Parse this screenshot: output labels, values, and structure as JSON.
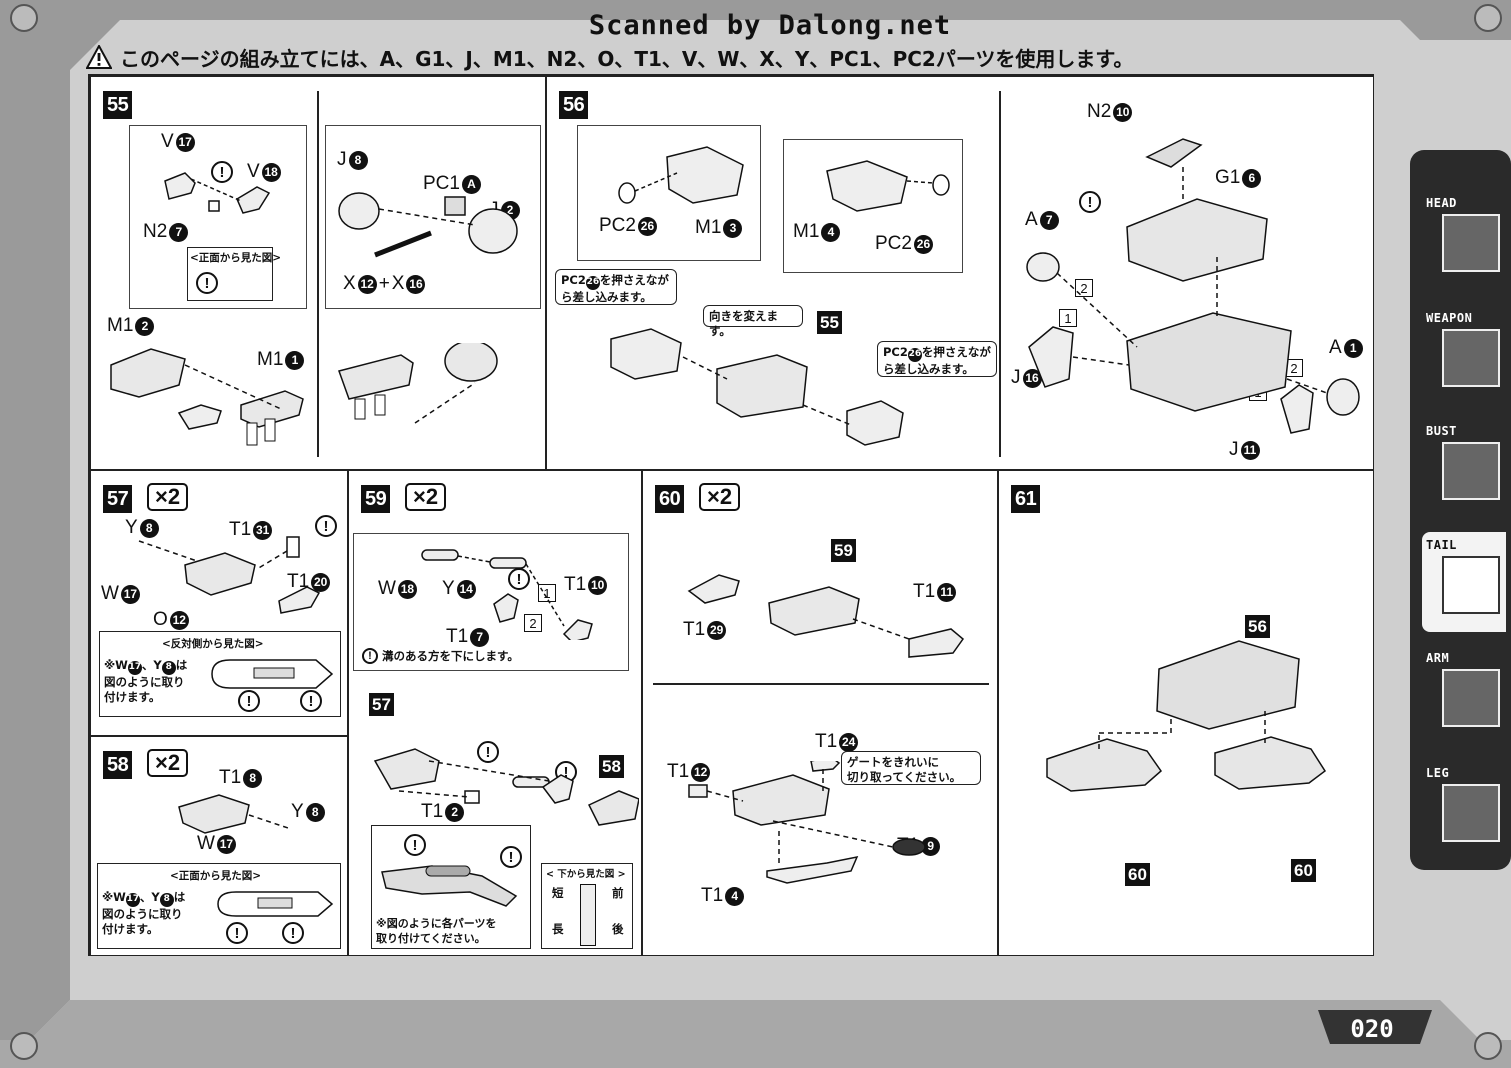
{
  "scan_credit": "Scanned by Dalong.net",
  "header": {
    "notice": "このページの組み立てには、A、G1、J、M1、N2、O、T1、V、W、X、Y、PC1、PC2パーツを使用します。"
  },
  "page_number": "020",
  "side_tabs": [
    {
      "label": "HEAD",
      "icon": "head-icon",
      "active": false
    },
    {
      "label": "WEAPON",
      "icon": "weapon-icon",
      "active": false
    },
    {
      "label": "BUST",
      "icon": "bust-icon",
      "active": false
    },
    {
      "label": "TAIL",
      "icon": "tail-icon",
      "active": true
    },
    {
      "label": "ARM",
      "icon": "arm-icon",
      "active": false
    },
    {
      "label": "LEG",
      "icon": "leg-icon",
      "active": false
    }
  ],
  "steps": {
    "s55": {
      "number": "55",
      "parts": {
        "v17": {
          "letter": "V",
          "num": "17"
        },
        "v18": {
          "letter": "V",
          "num": "18"
        },
        "n2_7": {
          "letter": "N2",
          "num": "7"
        },
        "m1_2": {
          "letter": "M1",
          "num": "2"
        },
        "m1_1": {
          "letter": "M1",
          "num": "1"
        },
        "j8": {
          "letter": "J",
          "num": "8"
        },
        "pc1a": {
          "letter": "PC1",
          "num": "A"
        },
        "j2": {
          "letter": "J",
          "num": "2"
        },
        "x12": {
          "letter": "X",
          "num": "12"
        },
        "plus": "+",
        "x16": {
          "letter": "X",
          "num": "16"
        }
      },
      "inset_title": "<正面から見た図>"
    },
    "s56": {
      "number": "56",
      "parts": {
        "pc2_26a": {
          "letter": "PC2",
          "num": "26"
        },
        "m1_3": {
          "letter": "M1",
          "num": "3"
        },
        "m1_4": {
          "letter": "M1",
          "num": "4"
        },
        "pc2_26b": {
          "letter": "PC2",
          "num": "26"
        },
        "n2_10": {
          "letter": "N2",
          "num": "10"
        },
        "g1_6": {
          "letter": "G1",
          "num": "6"
        },
        "a7": {
          "letter": "A",
          "num": "7"
        },
        "a1": {
          "letter": "A",
          "num": "1"
        },
        "j16": {
          "letter": "J",
          "num": "16"
        },
        "j11": {
          "letter": "J",
          "num": "11"
        }
      },
      "bubble_press_1_lead": "PC2",
      "bubble_press_1_num": "26",
      "bubble_press_1_text": "を押さえながら差し込みます。",
      "bubble_turn": "向きを変えます。",
      "bubble_press_2_lead": "PC2",
      "bubble_press_2_num": "26",
      "bubble_press_2_text": "を押さえながら差し込みます。",
      "ref_55": "55",
      "seq": [
        "2",
        "1",
        "2",
        "1"
      ]
    },
    "s57": {
      "number": "57",
      "multiplier": "×2",
      "parts": {
        "y8": {
          "letter": "Y",
          "num": "8"
        },
        "t1_31": {
          "letter": "T1",
          "num": "31"
        },
        "t1_20": {
          "letter": "T1",
          "num": "20"
        },
        "w17": {
          "letter": "W",
          "num": "17"
        },
        "o12": {
          "letter": "O",
          "num": "12"
        }
      },
      "inset_title": "<反対側から見た図>",
      "note_lead": "※W",
      "note_n1": "17",
      "note_mid": "、Y",
      "note_n2": "8",
      "note_tail_1": "は",
      "note_tail_2": "図のように取り",
      "note_tail_3": "付けます。"
    },
    "s58": {
      "number": "58",
      "multiplier": "×2",
      "parts": {
        "t1_8": {
          "letter": "T1",
          "num": "8"
        },
        "y8": {
          "letter": "Y",
          "num": "8"
        },
        "w17": {
          "letter": "W",
          "num": "17"
        }
      },
      "inset_title": "<正面から見た図>",
      "note_lead": "※W",
      "note_n1": "17",
      "note_mid": "、Y",
      "note_n2": "8",
      "note_tail_1": "は",
      "note_tail_2": "図のように取り",
      "note_tail_3": "付けます。"
    },
    "s59": {
      "number": "59",
      "multiplier": "×2",
      "parts": {
        "w18": {
          "letter": "W",
          "num": "18"
        },
        "y14": {
          "letter": "Y",
          "num": "14"
        },
        "t1_10": {
          "letter": "T1",
          "num": "10"
        },
        "t1_7": {
          "letter": "T1",
          "num": "7"
        },
        "t1_2": {
          "letter": "T1",
          "num": "2"
        }
      },
      "groove_note": "溝のある方を下にします。",
      "ref_57": "57",
      "ref_58": "58",
      "seq": [
        "1",
        "2"
      ],
      "attach_note_1": "※図のように各パーツを",
      "attach_note_2": "取り付けてください。",
      "below_title": "< 下から見た図 >",
      "short": "短",
      "long": "長",
      "front": "前",
      "back": "後"
    },
    "s60": {
      "number": "60",
      "multiplier": "×2",
      "parts": {
        "t1_29": {
          "letter": "T1",
          "num": "29"
        },
        "t1_11": {
          "letter": "T1",
          "num": "11"
        },
        "t1_24": {
          "letter": "T1",
          "num": "24"
        },
        "t1_12": {
          "letter": "T1",
          "num": "12"
        },
        "t1_9": {
          "letter": "T1",
          "num": "9"
        },
        "t1_4": {
          "letter": "T1",
          "num": "4"
        }
      },
      "ref_59": "59",
      "gate_note_1": "ゲートをきれいに",
      "gate_note_2": "切り取ってください。"
    },
    "s61": {
      "number": "61",
      "ref_56": "56",
      "ref_60a": "60",
      "ref_60b": "60"
    }
  }
}
